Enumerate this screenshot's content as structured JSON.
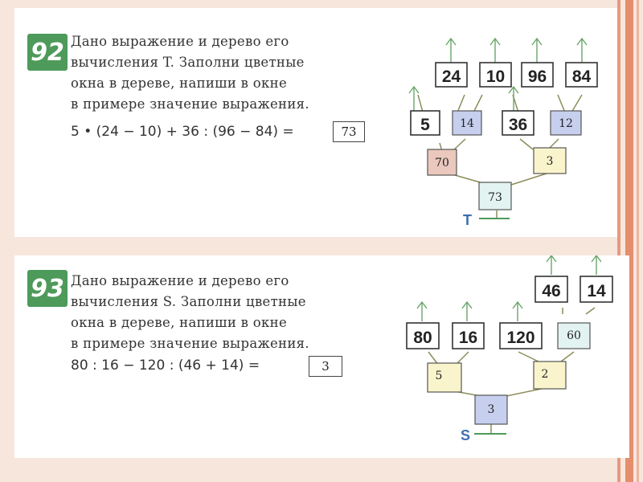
{
  "colors": {
    "badge": "#4e9a5a",
    "arrow": "#6aa66a",
    "branch": "#8c8c5a",
    "blue": "#c7cfee",
    "pink": "#eac8bd",
    "yellow": "#faf4cc",
    "cyan": "#e2f3f1"
  },
  "task92": {
    "number": "92",
    "lines": [
      "Дано выражение и дерево его",
      "вычисления T. Заполни цветные",
      "окна в дереве, напиши в окне",
      "в примере значение выражения."
    ],
    "expression": "5 • (24 − 10) + 36 : (96 − 84) =",
    "answer": "73",
    "tree": {
      "root_label": "T",
      "top": [
        "24",
        "10",
        "96",
        "84"
      ],
      "middle": [
        "5",
        "14",
        "36",
        "12"
      ],
      "lower": [
        "70",
        "3"
      ],
      "root": "73"
    }
  },
  "task93": {
    "number": "93",
    "lines": [
      "Дано выражение и дерево его",
      "вычисления S. Заполни цветные",
      "окна в дереве, напиши в окне",
      "в примере значение выражения."
    ],
    "expression": "80 : 16 − 120 : (46 + 14) =",
    "answer": "3",
    "tree": {
      "root_label": "S",
      "top": [
        "46",
        "14"
      ],
      "middle": [
        "80",
        "16",
        "120",
        "60"
      ],
      "lower": [
        "5",
        "2"
      ],
      "root": "3"
    }
  }
}
